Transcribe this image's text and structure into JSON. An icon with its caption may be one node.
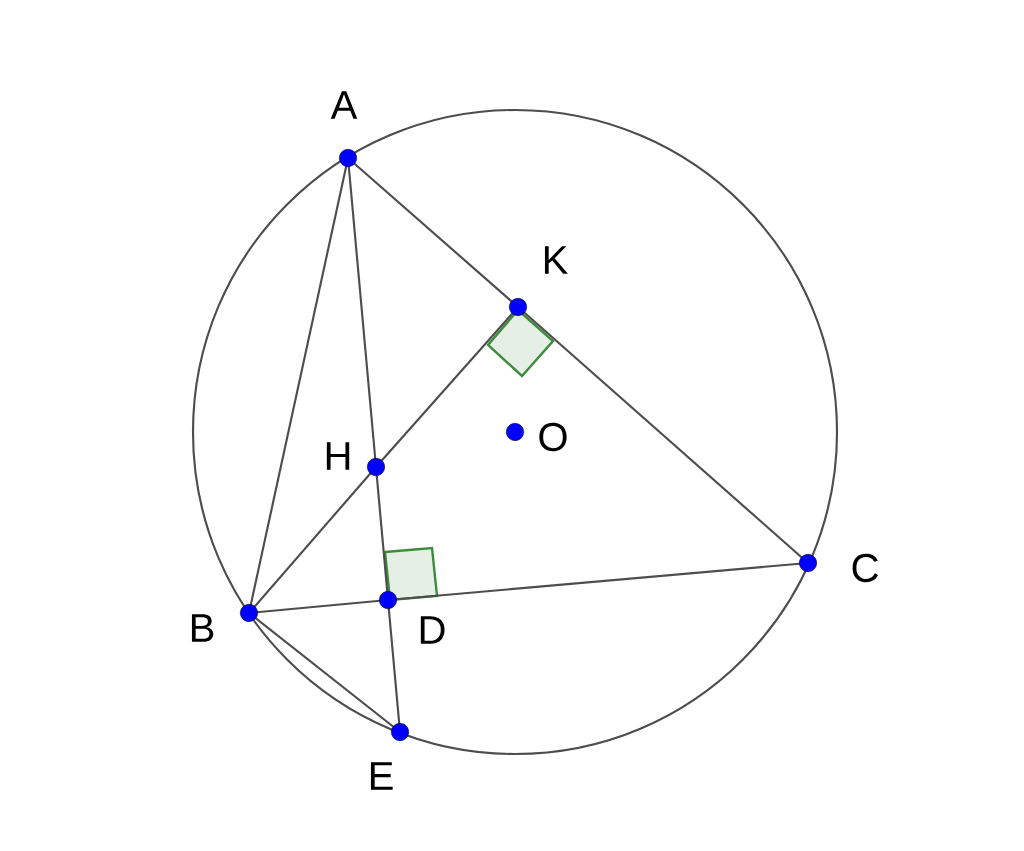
{
  "diagram": {
    "nodes": [
      {
        "text": [
          "A"
        ]
      },
      {
        "text": [
          "K"
        ]
      },
      {
        "text": [
          "O"
        ]
      },
      {
        "text": [
          "H"
        ]
      },
      {
        "text": [
          "C"
        ]
      },
      {
        "text": [
          "B"
        ]
      },
      {
        "text": [
          "D"
        ]
      },
      {
        "text": [
          "E"
        ]
      }
    ],
    "edges": [
      {
        "from": 0,
        "to": 1,
        "arrow": "none"
      },
      {
        "from": 1,
        "to": 4,
        "arrow": "none"
      },
      {
        "from": 0,
        "to": 5,
        "arrow": "none"
      },
      {
        "from": 0,
        "to": 3,
        "arrow": "none"
      },
      {
        "from": 3,
        "to": 6,
        "arrow": "none"
      },
      {
        "from": 6,
        "to": 7,
        "arrow": "none"
      },
      {
        "from": 5,
        "to": 3,
        "arrow": "none"
      },
      {
        "from": 3,
        "to": 1,
        "arrow": "none"
      },
      {
        "from": 5,
        "to": 6,
        "arrow": "none"
      },
      {
        "from": 6,
        "to": 4,
        "arrow": "none"
      },
      {
        "from": 5,
        "to": 7,
        "arrow": "none"
      }
    ]
  }
}
